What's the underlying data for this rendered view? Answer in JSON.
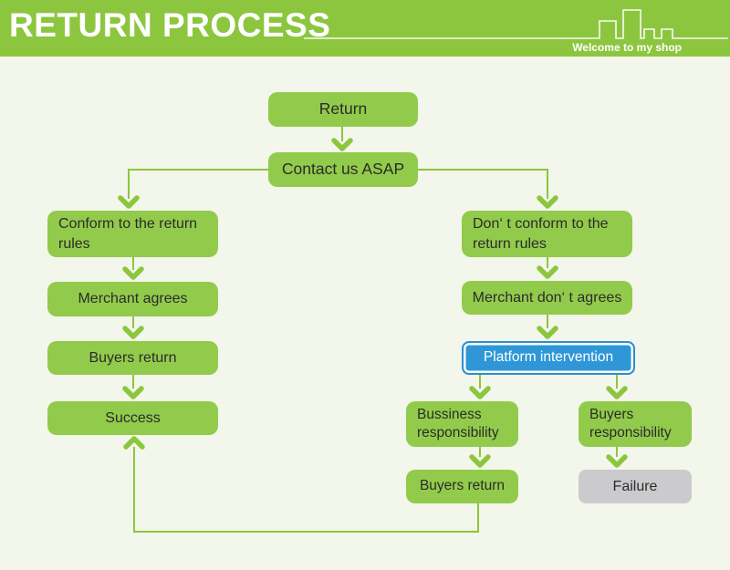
{
  "header": {
    "title": "RETURN PROCESS",
    "tagline": "Welcome to my shop",
    "icon": "city-skyline-icon"
  },
  "colors": {
    "header_green": "#8cc63e",
    "box_green": "#92cb4b",
    "line_green": "#8cc63e",
    "platform_blue": "#2f97d7",
    "platform_border_blue": "#2a8fd0",
    "failure_gray": "#cbcbce",
    "background": "#f3f6ea",
    "box_text": "#2b2b2b",
    "title_text": "#ffffff"
  },
  "flow": {
    "nodes": {
      "return": {
        "label": "Return"
      },
      "contact": {
        "label": "Contact us ASAP"
      },
      "conform": {
        "label": "Conform to the return rules"
      },
      "merchant_agrees": {
        "label": "Merchant agrees"
      },
      "buyers_return_left": {
        "label": "Buyers return"
      },
      "success": {
        "label": "Success"
      },
      "dont_conform": {
        "label": "Don‘ t conform to the return rules"
      },
      "merchant_dont_agree": {
        "label": "Merchant don‘ t agrees"
      },
      "platform": {
        "label": "Platform intervention"
      },
      "business_resp": {
        "label": "Bussiness responsibility"
      },
      "buyers_resp": {
        "label": "Buyers responsibility"
      },
      "buyers_return_right": {
        "label": "Buyers return"
      },
      "failure": {
        "label": "Failure"
      }
    }
  }
}
